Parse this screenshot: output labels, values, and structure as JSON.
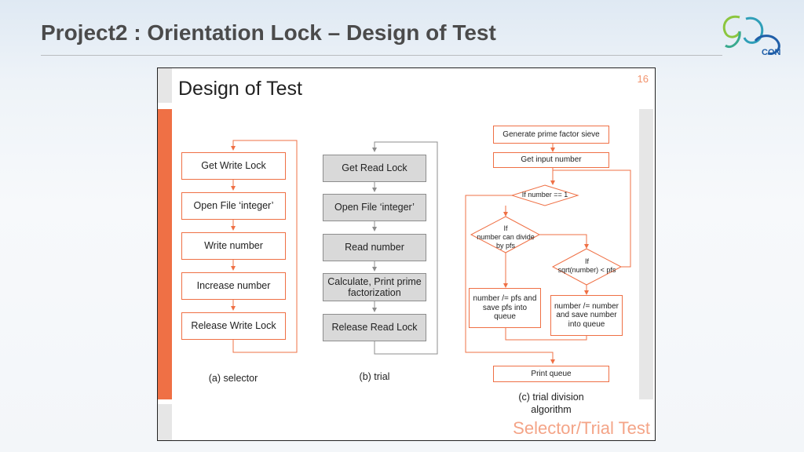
{
  "header": {
    "title": "Project2 : Orientation Lock – Design of Test"
  },
  "logo": {
    "text": "CON",
    "icon": "swirl-logo-icon"
  },
  "slide": {
    "title": "Design of Test",
    "page_number": "16",
    "footer": "Selector/Trial Test"
  },
  "selector": {
    "steps": [
      "Get Write Lock",
      "Open File ‘integer’",
      "Write number",
      "Increase number",
      "Release Write Lock"
    ],
    "caption": "(a) selector"
  },
  "trial": {
    "steps": [
      "Get Read Lock",
      "Open File ‘integer’",
      "Read number",
      "Calculate, Print prime factorization",
      "Release Read Lock"
    ],
    "caption": "(b) trial"
  },
  "algorithm": {
    "generate": "Generate prime factor sieve",
    "get_input": "Get input number",
    "decision1": "If number == 1",
    "decision2_line1": "If",
    "decision2_line2": "number can divide",
    "decision2_line3": "by pfs",
    "decision3_line1": "If",
    "decision3_line2": "sqrt(number) < pfs",
    "action1": "number /= pfs and save pfs into queue",
    "action2": "number /= number and save number into queue",
    "print": "Print queue",
    "caption": "(c) trial division algorithm"
  },
  "colors": {
    "accent": "#ef7045",
    "trial_fill": "#d9d9d9",
    "title": "#4b4b4b"
  }
}
